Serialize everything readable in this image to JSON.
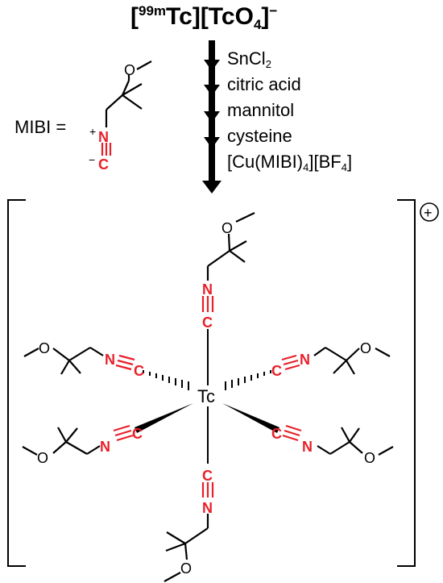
{
  "precursor": {
    "open_bracket": "[",
    "isotope": "99m",
    "element": "Tc",
    "mid": "][TcO",
    "sub": "4",
    "close": "]",
    "charge": "−"
  },
  "reagents": [
    {
      "main": "SnCl",
      "sub": "2",
      "tail": ""
    },
    {
      "main": "citric acid",
      "sub": "",
      "tail": ""
    },
    {
      "main": "mannitol",
      "sub": "",
      "tail": ""
    },
    {
      "main": "cysteine",
      "sub": "",
      "tail": ""
    },
    {
      "main": "[Cu(MIBI)",
      "sub": "4",
      "tail": "][BF",
      "sub2": "4",
      "tail2": "]"
    }
  ],
  "ligand": {
    "name": "MIBI",
    "equals": "=",
    "plus": "+",
    "minus": "−",
    "atom_n": "N",
    "atom_c": "C",
    "atom_o": "O"
  },
  "complex": {
    "metal": "Tc",
    "charge_symbol": "+",
    "atom_n": "N",
    "atom_c": "C",
    "atom_o": "O"
  },
  "colors": {
    "heteroatom": "#e8202a",
    "ink": "#000000"
  }
}
